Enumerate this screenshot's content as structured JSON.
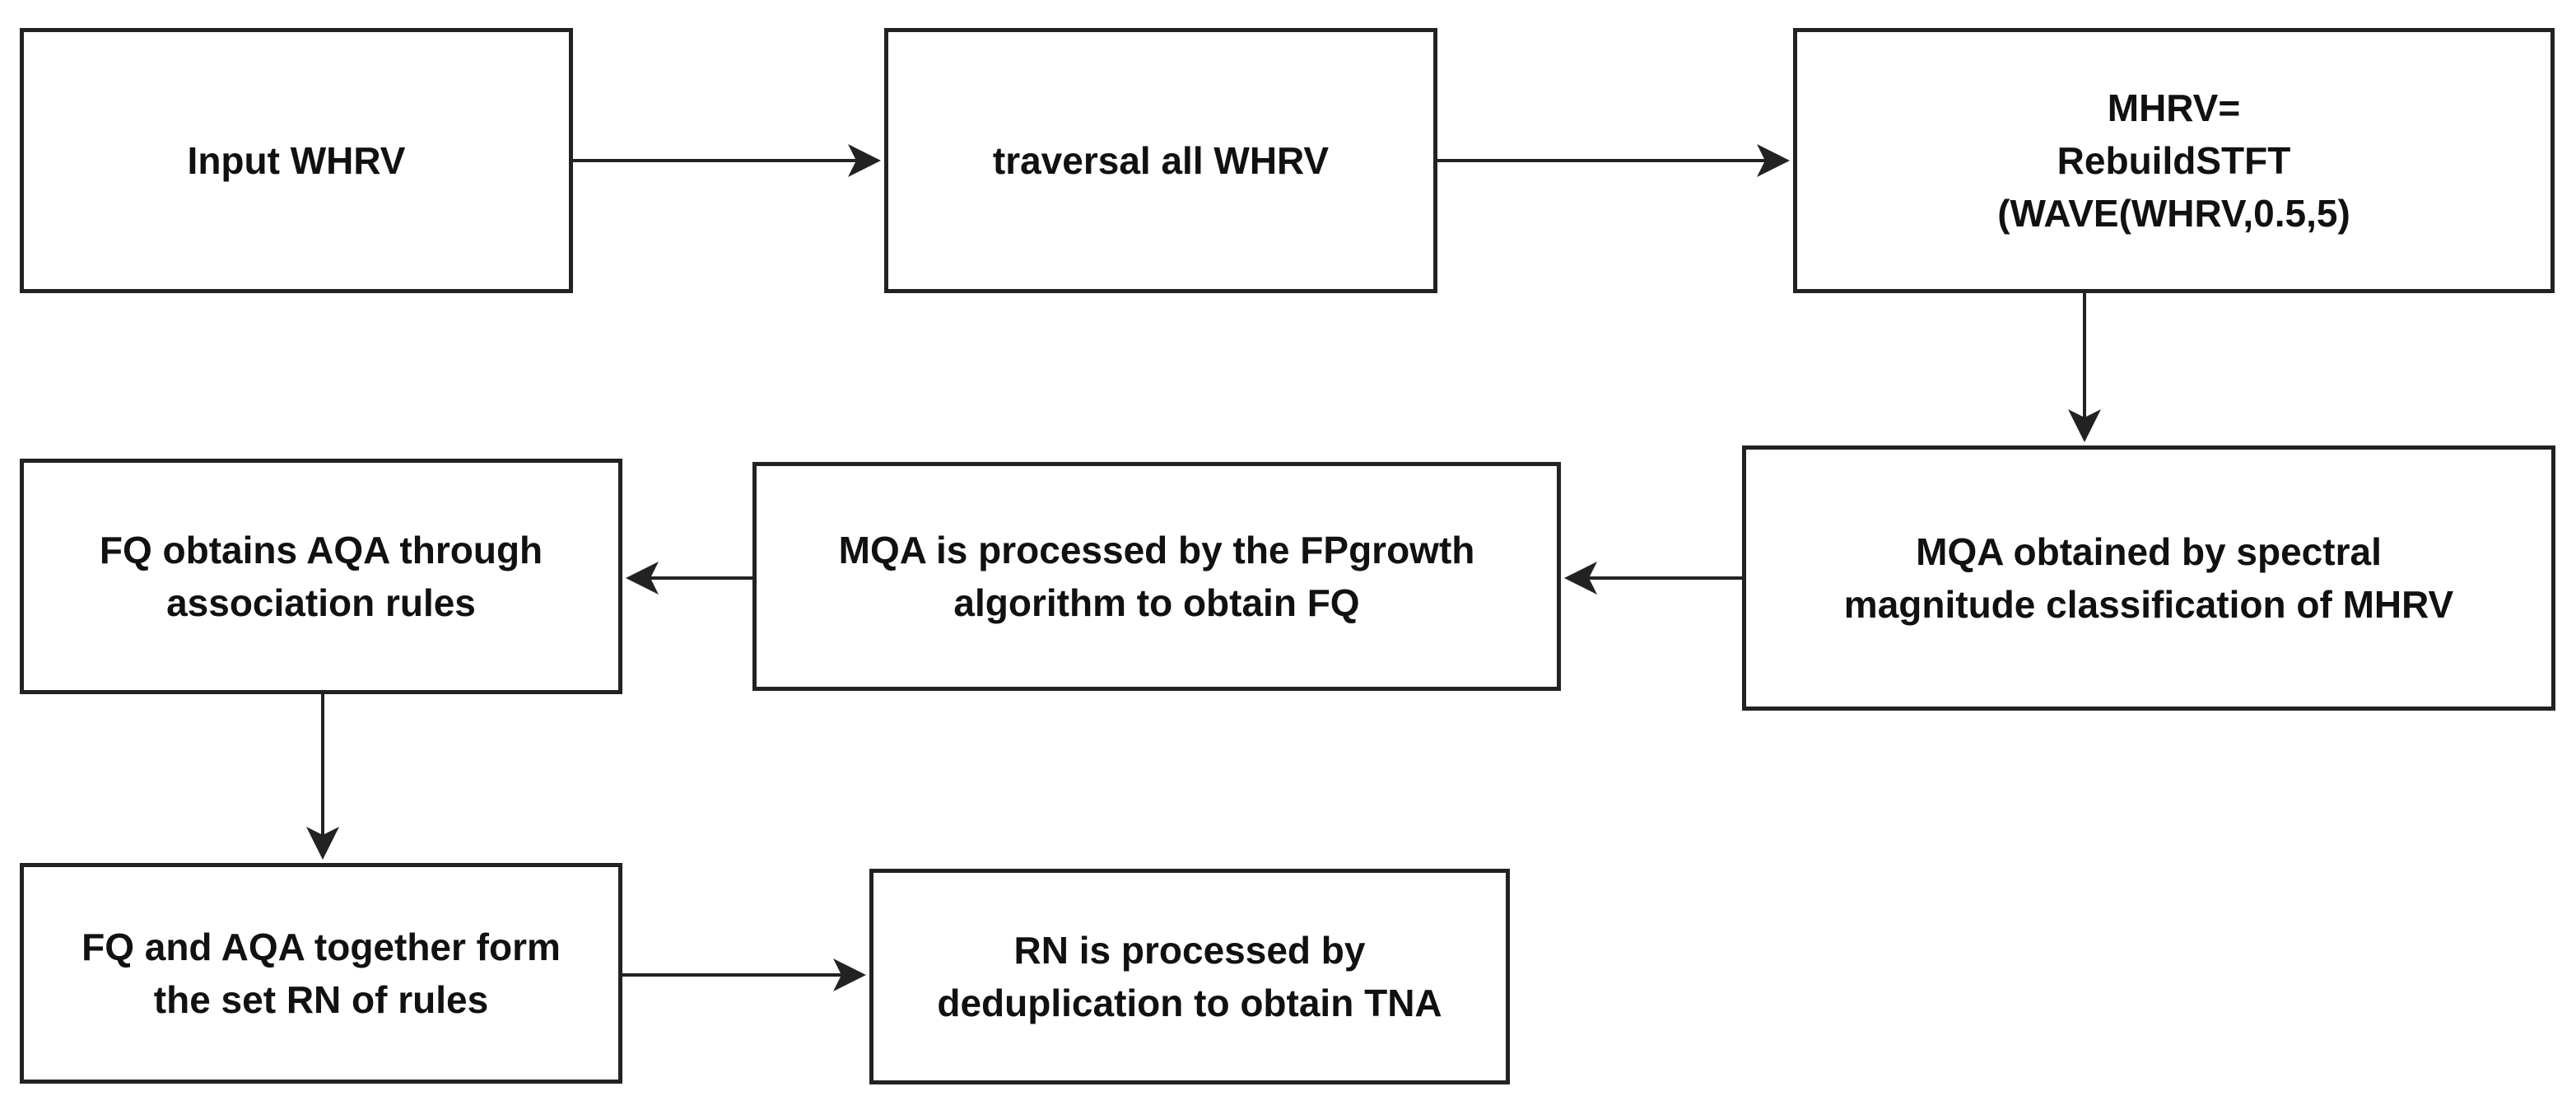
{
  "diagram": {
    "nodes": [
      {
        "id": "input",
        "label": "Input WHRV"
      },
      {
        "id": "traversal",
        "label": "traversal all WHRV"
      },
      {
        "id": "mhrv",
        "label": "MHRV=\nRebuildSTFT\n(WAVE(WHRV,0.5,5)"
      },
      {
        "id": "mqa_obtained",
        "label": "MQA obtained by spectral\nmagnitude classification of MHRV"
      },
      {
        "id": "mqa_fp",
        "label": "MQA is processed by the FPgrowth\nalgorithm to obtain FQ"
      },
      {
        "id": "fq_aqa",
        "label": "FQ obtains AQA through\nassociation rules"
      },
      {
        "id": "fq_rn",
        "label": "FQ and AQA together form\nthe set RN of rules"
      },
      {
        "id": "rn_dedup",
        "label": "RN is processed by\ndeduplication to obtain TNA"
      }
    ],
    "edges": [
      {
        "from": "input",
        "to": "traversal"
      },
      {
        "from": "traversal",
        "to": "mhrv"
      },
      {
        "from": "mhrv",
        "to": "mqa_obtained"
      },
      {
        "from": "mqa_obtained",
        "to": "mqa_fp"
      },
      {
        "from": "mqa_fp",
        "to": "fq_aqa"
      },
      {
        "from": "fq_aqa",
        "to": "fq_rn"
      },
      {
        "from": "fq_rn",
        "to": "rn_dedup"
      }
    ],
    "colors": {
      "stroke": "#222222",
      "text": "#111111",
      "background": "#ffffff"
    }
  }
}
